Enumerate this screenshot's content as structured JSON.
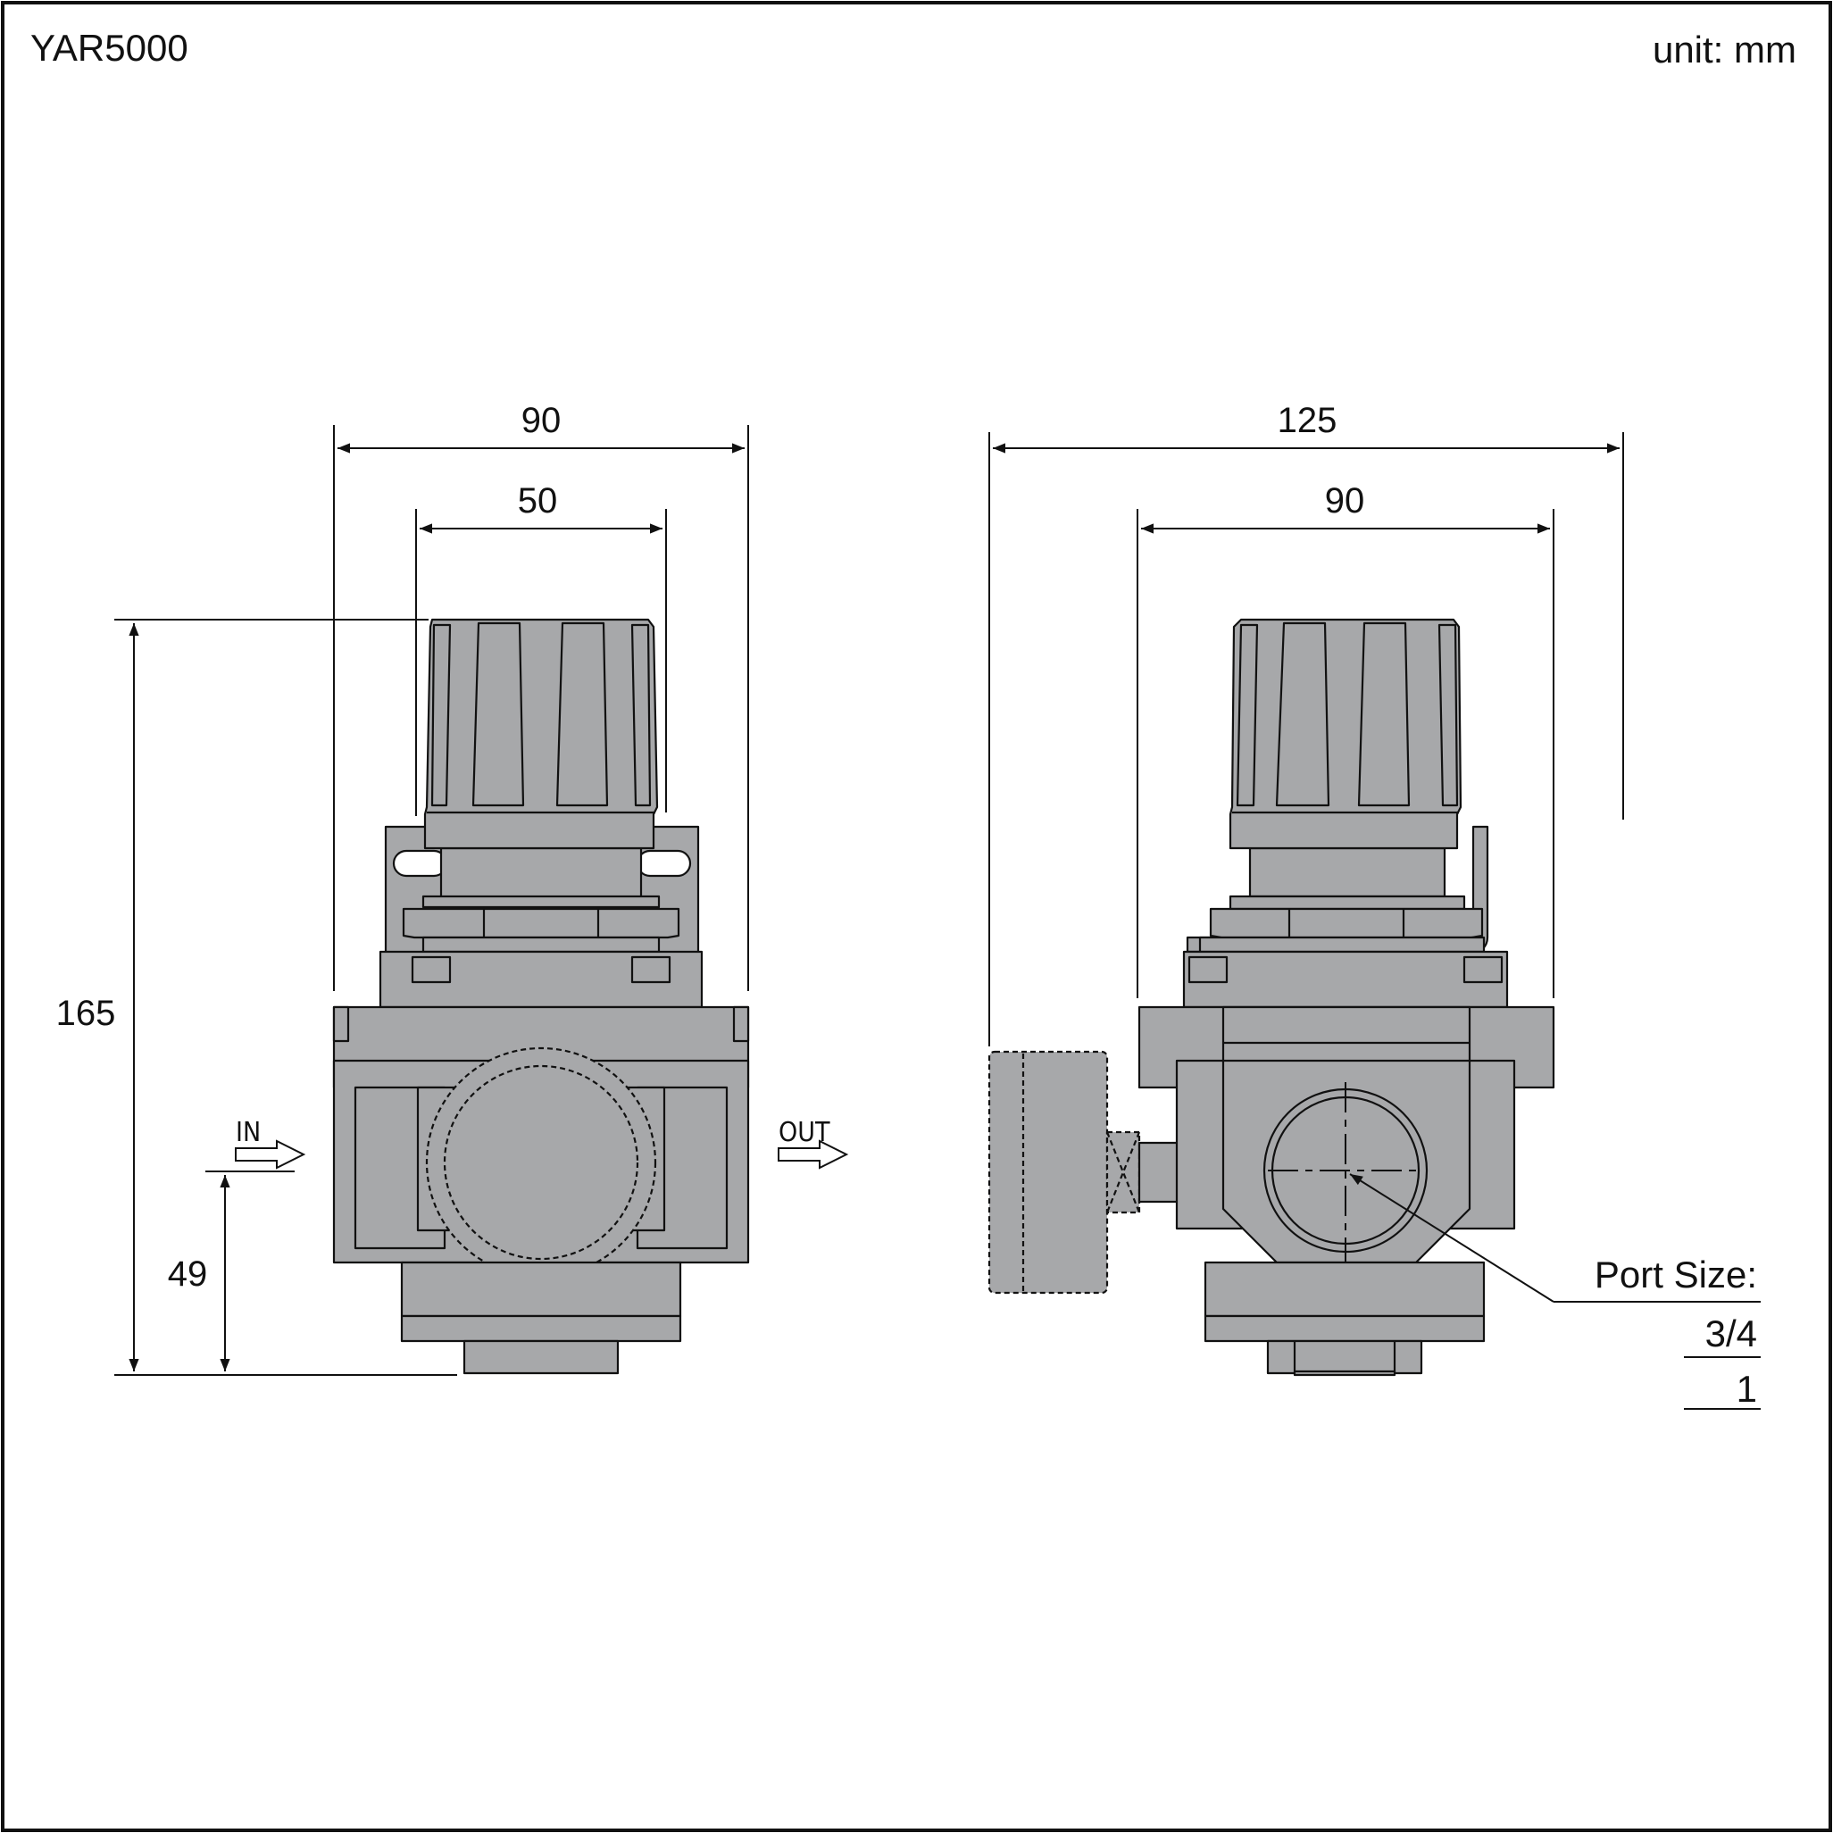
{
  "header": {
    "model": "YAR5000",
    "unit": "unit: mm"
  },
  "front_view": {
    "width_overall": "90",
    "width_knob": "50",
    "height_overall": "165",
    "port_height": "49",
    "inlet_label": "IN",
    "outlet_label": "OUT"
  },
  "side_view": {
    "depth_overall": "125",
    "width_body": "90",
    "port_size_label": "Port Size:",
    "port_sizes": [
      "3/4",
      "1"
    ]
  },
  "colors": {
    "body_fill": "#a7a8aa",
    "line": "#111111",
    "background": "#ffffff"
  }
}
